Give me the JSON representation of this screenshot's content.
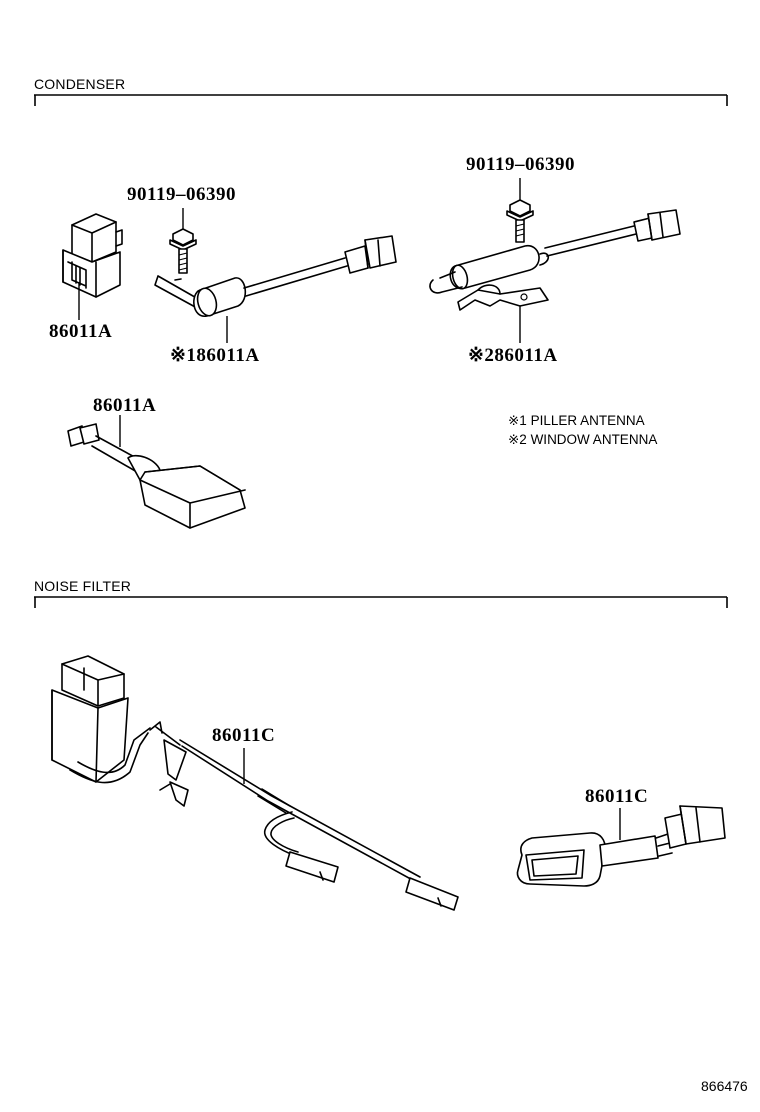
{
  "sections": {
    "condenser": "CONDENSER",
    "noise_filter": "NOISE FILTER"
  },
  "parts": {
    "bolt_1": "90119–06390",
    "bolt_2": "90119–06390",
    "relay_condenser": "86011A",
    "pillar_condenser": "※186011A",
    "window_condenser": "※286011A",
    "block_condenser": "86011A",
    "filter_harness": "86011C",
    "filter_box": "86011C"
  },
  "legend": {
    "note_1": "※1 PILLER ANTENNA",
    "note_2": "※2 WINDOW ANTENNA"
  },
  "figure_number": "866476"
}
